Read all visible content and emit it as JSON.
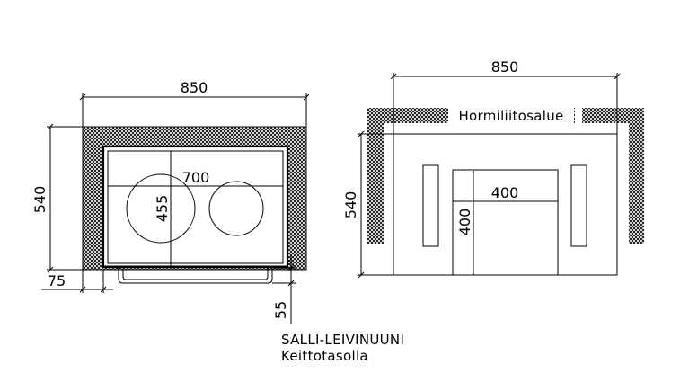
{
  "left_view": {
    "width_label": "850",
    "depth_label": "540",
    "inner_width_label": "700",
    "inner_depth_label": "455",
    "side_gap_label": "75",
    "front_gap_label": "55"
  },
  "right_view": {
    "width_label": "850",
    "depth_label": "540",
    "zone_label": "Hormiliitosalue",
    "opening_width_label": "400",
    "opening_height_label": "400"
  },
  "caption": {
    "line1": "SALLI-LEIVINUUNI",
    "line2": "Keittotasolla"
  },
  "hatch_color": "#000000"
}
